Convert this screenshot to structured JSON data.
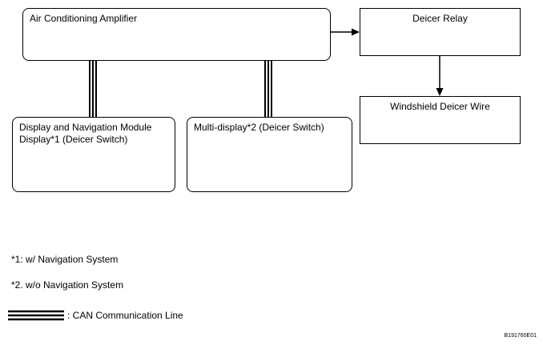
{
  "boxes": {
    "ac_amplifier": "Air Conditioning Amplifier",
    "deicer_relay": "Deicer Relay",
    "windshield_deicer_wire": "Windshield Deicer Wire",
    "display_nav_module_line1": "Display and Navigation Module",
    "display_nav_module_line2": "Display*1 (Deicer Switch)",
    "multi_display": "Multi-display*2 (Deicer Switch)"
  },
  "notes": {
    "note1": "*1: w/ Navigation System",
    "note2": "*2. w/o Navigation System"
  },
  "legend": {
    "can_line": ": CAN Communication Line"
  },
  "figure_code": "B191760E01"
}
